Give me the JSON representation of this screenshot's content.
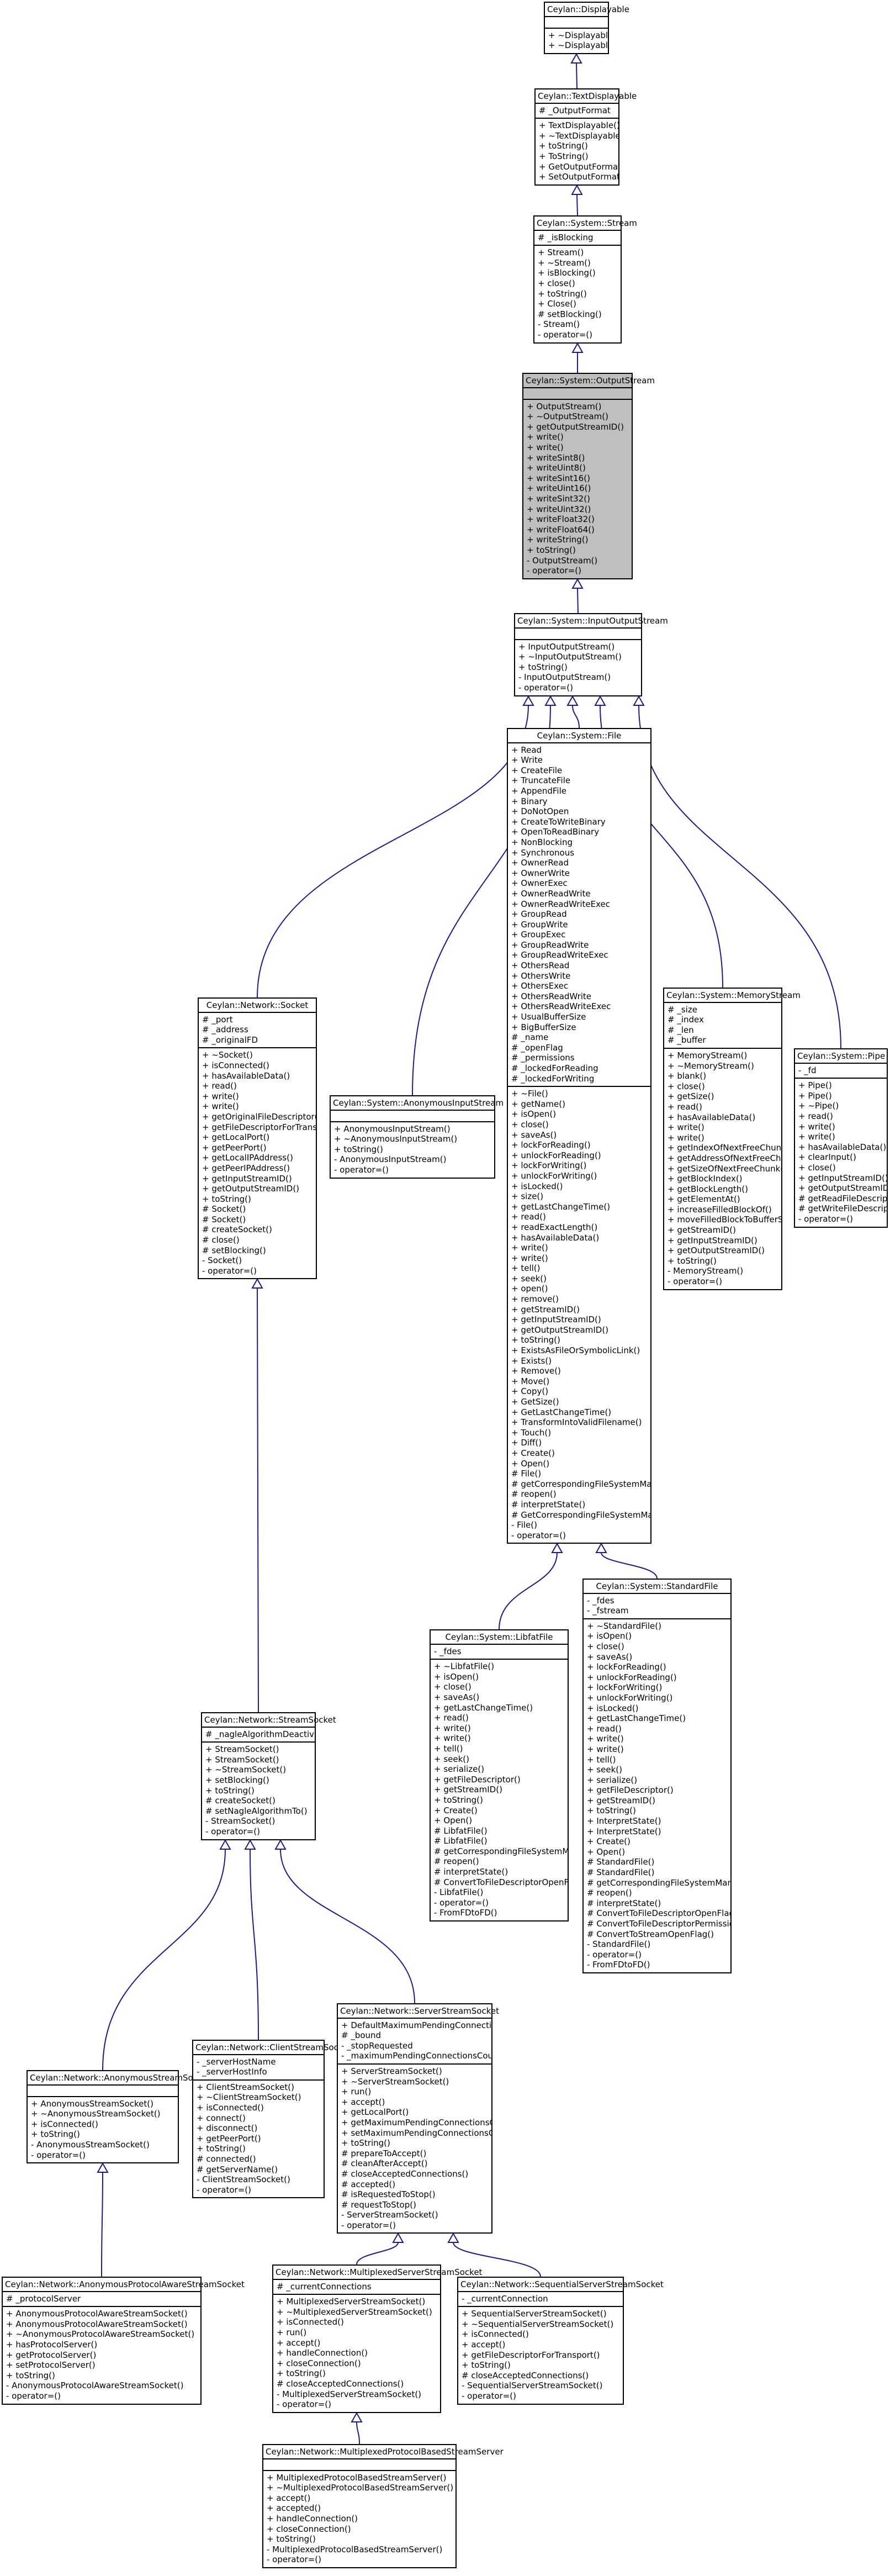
{
  "classes": [
    {
      "id": "Displayable",
      "title": "Ceylan::Displayable",
      "attributes": [],
      "methods": [
        "+ ~Displayable()",
        "+ ~Displayable()"
      ]
    },
    {
      "id": "TextDisplayable",
      "title": "Ceylan::TextDisplayable",
      "attributes": [
        "# _OutputFormat"
      ],
      "methods": [
        "+ TextDisplayable()",
        "+ ~TextDisplayable()",
        "+ toString()",
        "+ ToString()",
        "+ GetOutputFormat()",
        "+ SetOutputFormat()"
      ]
    },
    {
      "id": "Stream",
      "title": "Ceylan::System::Stream",
      "attributes": [
        "# _isBlocking"
      ],
      "methods": [
        "+ Stream()",
        "+ ~Stream()",
        "+ isBlocking()",
        "+ close()",
        "+ toString()",
        "+ Close()",
        "# setBlocking()",
        "- Stream()",
        "- operator=()"
      ]
    },
    {
      "id": "OutputStream",
      "title": "Ceylan::System::OutputStream",
      "highlight": true,
      "attributes": [],
      "methods": [
        "+ OutputStream()",
        "+ ~OutputStream()",
        "+ getOutputStreamID()",
        "+ write()",
        "+ write()",
        "+ writeSint8()",
        "+ writeUint8()",
        "+ writeSint16()",
        "+ writeUint16()",
        "+ writeSint32()",
        "+ writeUint32()",
        "+ writeFloat32()",
        "+ writeFloat64()",
        "+ writeString()",
        "+ toString()",
        "- OutputStream()",
        "- operator=()"
      ]
    },
    {
      "id": "InputOutputStream",
      "title": "Ceylan::System::InputOutputStream",
      "attributes": [],
      "methods": [
        "+ InputOutputStream()",
        "+ ~InputOutputStream()",
        "+ toString()",
        "- InputOutputStream()",
        "- operator=()"
      ]
    },
    {
      "id": "File",
      "title": "Ceylan::System::File",
      "attributes": [
        "+ Read",
        "+ Write",
        "+ CreateFile",
        "+ TruncateFile",
        "+ AppendFile",
        "+ Binary",
        "+ DoNotOpen",
        "+ CreateToWriteBinary",
        "+ OpenToReadBinary",
        "+ NonBlocking",
        "+ Synchronous",
        "+ OwnerRead",
        "+ OwnerWrite",
        "+ OwnerExec",
        "+ OwnerReadWrite",
        "+ OwnerReadWriteExec",
        "+ GroupRead",
        "+ GroupWrite",
        "+ GroupExec",
        "+ GroupReadWrite",
        "+ GroupReadWriteExec",
        "+ OthersRead",
        "+ OthersWrite",
        "+ OthersExec",
        "+ OthersReadWrite",
        "+ OthersReadWriteExec",
        "+ UsualBufferSize",
        "+ BigBufferSize",
        "# _name",
        "# _openFlag",
        "# _permissions",
        "# _lockedForReading",
        "# _lockedForWriting"
      ],
      "methods": [
        "+ ~File()",
        "+ getName()",
        "+ isOpen()",
        "+ close()",
        "+ saveAs()",
        "+ lockForReading()",
        "+ unlockForReading()",
        "+ lockForWriting()",
        "+ unlockForWriting()",
        "+ isLocked()",
        "+ size()",
        "+ getLastChangeTime()",
        "+ read()",
        "+ readExactLength()",
        "+ hasAvailableData()",
        "+ write()",
        "+ write()",
        "+ tell()",
        "+ seek()",
        "+ open()",
        "+ remove()",
        "+ getStreamID()",
        "+ getInputStreamID()",
        "+ getOutputStreamID()",
        "+ toString()",
        "+ ExistsAsFileOrSymbolicLink()",
        "+ Exists()",
        "+ Remove()",
        "+ Move()",
        "+ Copy()",
        "+ GetSize()",
        "+ GetLastChangeTime()",
        "+ TransformIntoValidFilename()",
        "+ Touch()",
        "+ Diff()",
        "+ Create()",
        "+ Open()",
        "# File()",
        "# getCorrespondingFileSystemManager()",
        "# reopen()",
        "# interpretState()",
        "# GetCorrespondingFileSystemManager()",
        "- File()",
        "- operator=()"
      ]
    },
    {
      "id": "Socket",
      "title": "Ceylan::Network::Socket",
      "attributes": [
        "# _port",
        "# _address",
        "# _originalFD"
      ],
      "methods": [
        "+ ~Socket()",
        "+ isConnected()",
        "+ hasAvailableData()",
        "+ read()",
        "+ write()",
        "+ write()",
        "+ getOriginalFileDescriptor()",
        "+ getFileDescriptorForTransport()",
        "+ getLocalPort()",
        "+ getPeerPort()",
        "+ getLocalIPAddress()",
        "+ getPeerIPAddress()",
        "+ getInputStreamID()",
        "+ getOutputStreamID()",
        "+ toString()",
        "# Socket()",
        "# Socket()",
        "# createSocket()",
        "# close()",
        "# setBlocking()",
        "- Socket()",
        "- operator=()"
      ]
    },
    {
      "id": "AnonymousInputStream",
      "title": "Ceylan::System::AnonymousInputStream",
      "attributes": [],
      "methods": [
        "+ AnonymousInputStream()",
        "+ ~AnonymousInputStream()",
        "+ toString()",
        "- AnonymousInputStream()",
        "- operator=()"
      ]
    },
    {
      "id": "MemoryStream",
      "title": "Ceylan::System::MemoryStream",
      "attributes": [
        "# _size",
        "# _index",
        "# _len",
        "# _buffer"
      ],
      "methods": [
        "+ MemoryStream()",
        "+ ~MemoryStream()",
        "+ blank()",
        "+ close()",
        "+ getSize()",
        "+ read()",
        "+ hasAvailableData()",
        "+ write()",
        "+ write()",
        "+ getIndexOfNextFreeChunk()",
        "+ getAddressOfNextFreeChunk()",
        "+ getSizeOfNextFreeChunk()",
        "+ getBlockIndex()",
        "+ getBlockLength()",
        "+ getElementAt()",
        "+ increaseFilledBlockOf()",
        "+ moveFilledBlockToBufferStart()",
        "+ getStreamID()",
        "+ getInputStreamID()",
        "+ getOutputStreamID()",
        "+ toString()",
        "- MemoryStream()",
        "- operator=()"
      ]
    },
    {
      "id": "Pipe",
      "title": "Ceylan::System::Pipe",
      "attributes": [
        "- _fd"
      ],
      "methods": [
        "+ Pipe()",
        "+ Pipe()",
        "+ ~Pipe()",
        "+ read()",
        "+ write()",
        "+ write()",
        "+ hasAvailableData()",
        "+ clearInput()",
        "+ close()",
        "+ getInputStreamID()",
        "+ getOutputStreamID()",
        "# getReadFileDescriptor()",
        "# getWriteFileDescriptor()",
        "- operator=()"
      ]
    },
    {
      "id": "LibfatFile",
      "title": "Ceylan::System::LibfatFile",
      "attributes": [
        "- _fdes"
      ],
      "methods": [
        "+ ~LibfatFile()",
        "+ isOpen()",
        "+ close()",
        "+ saveAs()",
        "+ getLastChangeTime()",
        "+ read()",
        "+ write()",
        "+ write()",
        "+ tell()",
        "+ seek()",
        "+ serialize()",
        "+ getFileDescriptor()",
        "+ getStreamID()",
        "+ toString()",
        "+ Create()",
        "+ Open()",
        "# LibfatFile()",
        "# LibfatFile()",
        "# getCorrespondingFileSystemManager()",
        "# reopen()",
        "# interpretState()",
        "# ConvertToFileDescriptorOpenFlag()",
        "- LibfatFile()",
        "- operator=()",
        "- FromFDtoFD()"
      ]
    },
    {
      "id": "StandardFile",
      "title": "Ceylan::System::StandardFile",
      "attributes": [
        "- _fdes",
        "- _fstream"
      ],
      "methods": [
        "+ ~StandardFile()",
        "+ isOpen()",
        "+ close()",
        "+ saveAs()",
        "+ lockForReading()",
        "+ unlockForReading()",
        "+ lockForWriting()",
        "+ unlockForWriting()",
        "+ isLocked()",
        "+ getLastChangeTime()",
        "+ read()",
        "+ write()",
        "+ write()",
        "+ tell()",
        "+ seek()",
        "+ serialize()",
        "+ getFileDescriptor()",
        "+ getStreamID()",
        "+ toString()",
        "+ InterpretState()",
        "+ InterpretState()",
        "+ Create()",
        "+ Open()",
        "# StandardFile()",
        "# StandardFile()",
        "# getCorrespondingFileSystemManager()",
        "# reopen()",
        "# interpretState()",
        "# ConvertToFileDescriptorOpenFlag()",
        "# ConvertToFileDescriptorPermissionFlag()",
        "# ConvertToStreamOpenFlag()",
        "- StandardFile()",
        "- operator=()",
        "- FromFDtoFD()"
      ]
    },
    {
      "id": "StreamSocket",
      "title": "Ceylan::Network::StreamSocket",
      "attributes": [
        "# _nagleAlgorithmDeactivated"
      ],
      "methods": [
        "+ StreamSocket()",
        "+ StreamSocket()",
        "+ ~StreamSocket()",
        "+ setBlocking()",
        "+ toString()",
        "# createSocket()",
        "# setNagleAlgorithmTo()",
        "- StreamSocket()",
        "- operator=()"
      ]
    },
    {
      "id": "AnonymousStreamSocket",
      "title": "Ceylan::Network::AnonymousStreamSocket",
      "attributes": [],
      "methods": [
        "+ AnonymousStreamSocket()",
        "+ ~AnonymousStreamSocket()",
        "+ isConnected()",
        "+ toString()",
        "- AnonymousStreamSocket()",
        "- operator=()"
      ]
    },
    {
      "id": "ClientStreamSocket",
      "title": "Ceylan::Network::ClientStreamSocket",
      "attributes": [
        "- _serverHostName",
        "- _serverHostInfo"
      ],
      "methods": [
        "+ ClientStreamSocket()",
        "+ ~ClientStreamSocket()",
        "+ isConnected()",
        "+ connect()",
        "+ disconnect()",
        "+ getPeerPort()",
        "+ toString()",
        "# connected()",
        "# getServerName()",
        "- ClientStreamSocket()",
        "- operator=()"
      ]
    },
    {
      "id": "ServerStreamSocket",
      "title": "Ceylan::Network::ServerStreamSocket",
      "attributes": [
        "+ DefaultMaximumPendingConnectionsCount",
        "# _bound",
        "- _stopRequested",
        "- _maximumPendingConnectionsCount"
      ],
      "methods": [
        "+ ServerStreamSocket()",
        "+ ~ServerStreamSocket()",
        "+ run()",
        "+ accept()",
        "+ getLocalPort()",
        "+ getMaximumPendingConnectionsCount()",
        "+ setMaximumPendingConnectionsCount()",
        "+ toString()",
        "# prepareToAccept()",
        "# cleanAfterAccept()",
        "# closeAcceptedConnections()",
        "# accepted()",
        "# isRequestedToStop()",
        "# requestToStop()",
        "- ServerStreamSocket()",
        "- operator=()"
      ]
    },
    {
      "id": "AnonymousProtocolAwareStreamSocket",
      "title": "Ceylan::Network::AnonymousProtocolAwareStreamSocket",
      "attributes": [
        "# _protocolServer"
      ],
      "methods": [
        "+ AnonymousProtocolAwareStreamSocket()",
        "+ AnonymousProtocolAwareStreamSocket()",
        "+ ~AnonymousProtocolAwareStreamSocket()",
        "+ hasProtocolServer()",
        "+ getProtocolServer()",
        "+ setProtocolServer()",
        "+ toString()",
        "- AnonymousProtocolAwareStreamSocket()",
        "- operator=()"
      ]
    },
    {
      "id": "MultiplexedServerStreamSocket",
      "title": "Ceylan::Network::MultiplexedServerStreamSocket",
      "attributes": [
        "# _currentConnections"
      ],
      "methods": [
        "+ MultiplexedServerStreamSocket()",
        "+ ~MultiplexedServerStreamSocket()",
        "+ isConnected()",
        "+ run()",
        "+ accept()",
        "+ handleConnection()",
        "+ closeConnection()",
        "+ toString()",
        "# closeAcceptedConnections()",
        "- MultiplexedServerStreamSocket()",
        "- operator=()"
      ]
    },
    {
      "id": "SequentialServerStreamSocket",
      "title": "Ceylan::Network::SequentialServerStreamSocket",
      "attributes": [
        "- _currentConnection"
      ],
      "methods": [
        "+ SequentialServerStreamSocket()",
        "+ ~SequentialServerStreamSocket()",
        "+ isConnected()",
        "+ accept()",
        "+ getFileDescriptorForTransport()",
        "+ toString()",
        "# closeAcceptedConnections()",
        "- SequentialServerStreamSocket()",
        "- operator=()"
      ]
    },
    {
      "id": "MultiplexedProtocolBasedStreamServer",
      "title": "Ceylan::Network::MultiplexedProtocolBasedStreamServer",
      "attributes": [],
      "methods": [
        "+ MultiplexedProtocolBasedStreamServer()",
        "+ ~MultiplexedProtocolBasedStreamServer()",
        "+ accept()",
        "+ accepted()",
        "+ handleConnection()",
        "+ closeConnection()",
        "+ toString()",
        "- MultiplexedProtocolBasedStreamServer()",
        "- operator=()"
      ]
    }
  ],
  "edge_color": "#1a1a8c"
}
